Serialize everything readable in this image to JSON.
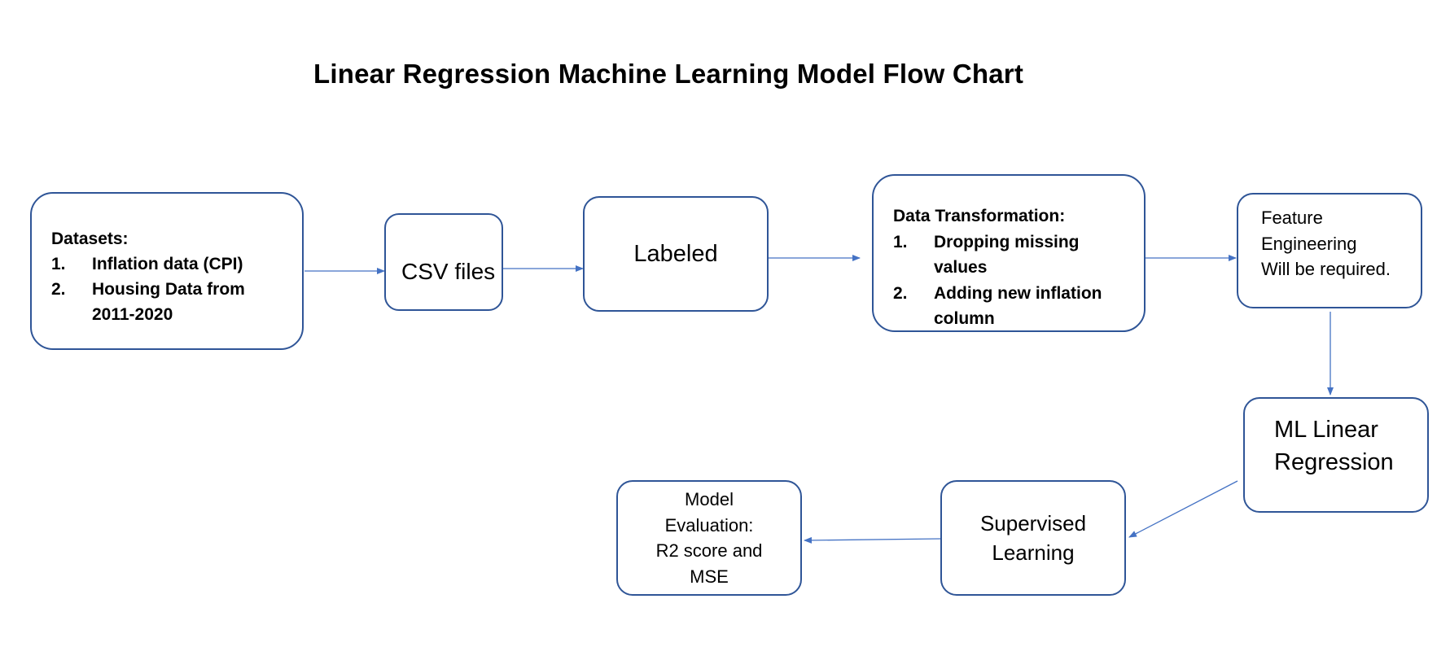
{
  "title": "Linear Regression Machine Learning Model Flow Chart",
  "colors": {
    "border": "#2f5597",
    "arrow": "#4472c4",
    "text": "#000000",
    "background": "#ffffff"
  },
  "nodes": {
    "datasets": {
      "heading": "Datasets:",
      "items": [
        {
          "num": "1.",
          "text": "Inflation data (CPI)"
        },
        {
          "num": "2.",
          "text": "Housing Data from 2011-2020"
        }
      ]
    },
    "csv": {
      "label": "CSV files"
    },
    "labeled": {
      "label": "Labeled"
    },
    "transformation": {
      "heading": "Data Transformation:",
      "items": [
        {
          "num": "1.",
          "text": "Dropping missing values"
        },
        {
          "num": "2.",
          "text": "Adding new inflation column"
        }
      ]
    },
    "feature": {
      "lines": [
        "Feature",
        "Engineering",
        "Will be required."
      ]
    },
    "ml": {
      "lines": [
        "ML Linear",
        "Regression"
      ]
    },
    "supervised": {
      "lines": [
        "Supervised",
        "Learning"
      ]
    },
    "evaluation": {
      "lines": [
        "Model",
        "Evaluation:",
        "R2 score and",
        "MSE"
      ]
    }
  },
  "edges": [
    {
      "from": "datasets",
      "to": "csv"
    },
    {
      "from": "csv",
      "to": "labeled"
    },
    {
      "from": "labeled",
      "to": "transformation"
    },
    {
      "from": "transformation",
      "to": "feature"
    },
    {
      "from": "feature",
      "to": "ml"
    },
    {
      "from": "ml",
      "to": "supervised"
    },
    {
      "from": "supervised",
      "to": "evaluation"
    }
  ]
}
